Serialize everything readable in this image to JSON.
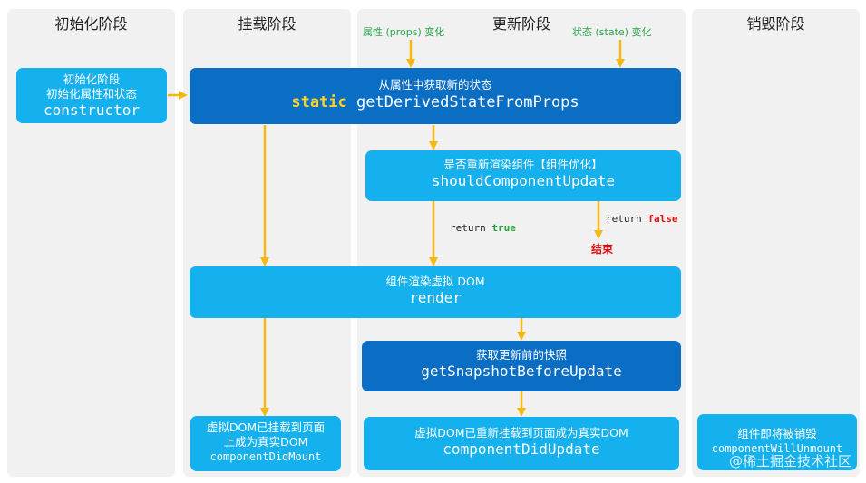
{
  "phases": {
    "init": "初始化阶段",
    "mount": "挂载阶段",
    "update": "更新阶段",
    "unmount": "销毁阶段"
  },
  "triggers": {
    "props": "属性 (props) 变化",
    "state": "状态 (state) 变化"
  },
  "constructor": {
    "line1": "初始化阶段",
    "line2": "初始化属性和状态",
    "method": "constructor"
  },
  "derived": {
    "desc": "从属性中获取新的状态",
    "keyword": "static",
    "method": "getDerivedStateFromProps"
  },
  "should": {
    "desc": "是否重新渲染组件【组件优化】",
    "method": "shouldComponentUpdate"
  },
  "return_true": {
    "prefix": "return",
    "value": "true"
  },
  "return_false": {
    "prefix": "return",
    "value": "false"
  },
  "end_label": "结束",
  "render": {
    "desc": "组件渲染虚拟 DOM",
    "method": "render"
  },
  "snapshot": {
    "desc": "获取更新前的快照",
    "method": "getSnapshotBeforeUpdate"
  },
  "didmount": {
    "line1": "虚拟DOM已挂载到页面",
    "line2": "上成为真实DOM",
    "method": "componentDidMount"
  },
  "didupdate": {
    "desc": "虚拟DOM已重新挂载到页面成为真实DOM",
    "method": "componentDidUpdate"
  },
  "willunmount": {
    "desc": "组件即将被销毁",
    "method": "componentWillUnmount"
  },
  "watermark": "@稀土掘金技术社区",
  "colors": {
    "light_box": "#14b1ee",
    "dark_box": "#0a6ec5",
    "arrow": "#f6b913",
    "keyword": "#ffd321",
    "true": "#21a33b",
    "false": "#e01010"
  }
}
